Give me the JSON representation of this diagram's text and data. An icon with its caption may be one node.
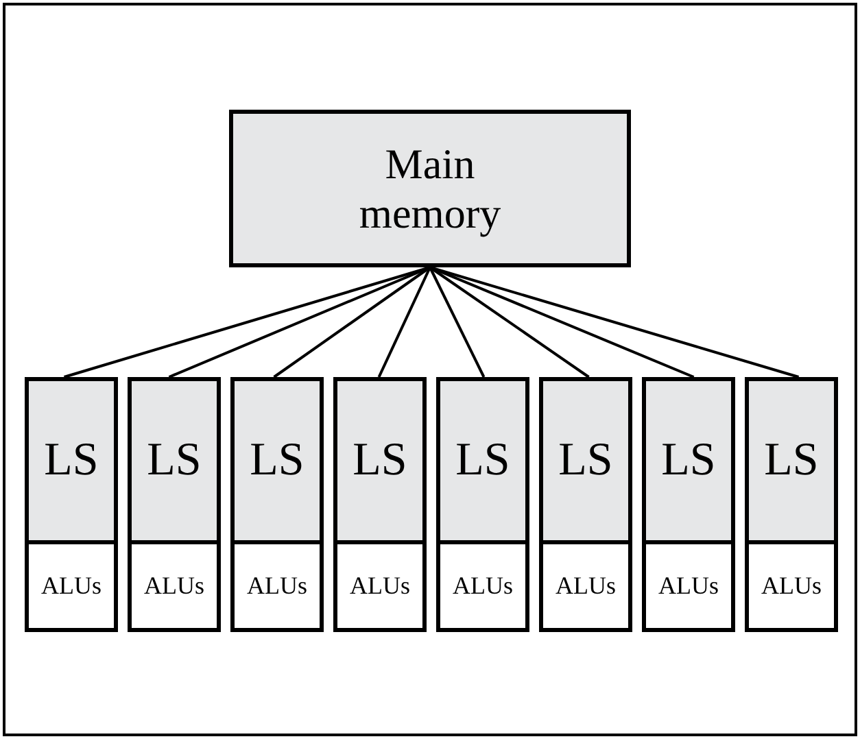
{
  "diagram": {
    "nodes": [
      {
        "text": [
          "Main memory"
        ]
      },
      {
        "text": [
          "LS"
        ]
      },
      {
        "text": [
          "ALUs"
        ]
      },
      {
        "text": [
          "LS"
        ]
      },
      {
        "text": [
          "ALUs"
        ]
      },
      {
        "text": [
          "LS"
        ]
      },
      {
        "text": [
          "ALUs"
        ]
      },
      {
        "text": [
          "LS"
        ]
      },
      {
        "text": [
          "ALUs"
        ]
      },
      {
        "text": [
          "LS"
        ]
      },
      {
        "text": [
          "ALUs"
        ]
      },
      {
        "text": [
          "LS"
        ]
      },
      {
        "text": [
          "ALUs"
        ]
      },
      {
        "text": [
          "LS"
        ]
      },
      {
        "text": [
          "ALUs"
        ]
      },
      {
        "text": [
          "LS"
        ]
      },
      {
        "text": [
          "ALUs"
        ]
      }
    ],
    "edges": [
      {
        "from": 0,
        "to": 1,
        "arrow": "none"
      },
      {
        "from": 0,
        "to": 3,
        "arrow": "none"
      },
      {
        "from": 0,
        "to": 5,
        "arrow": "none"
      },
      {
        "from": 0,
        "to": 7,
        "arrow": "none"
      },
      {
        "from": 0,
        "to": 9,
        "arrow": "none"
      },
      {
        "from": 0,
        "to": 11,
        "arrow": "none"
      },
      {
        "from": 0,
        "to": 13,
        "arrow": "none"
      },
      {
        "from": 0,
        "to": 15,
        "arrow": "none"
      }
    ]
  }
}
